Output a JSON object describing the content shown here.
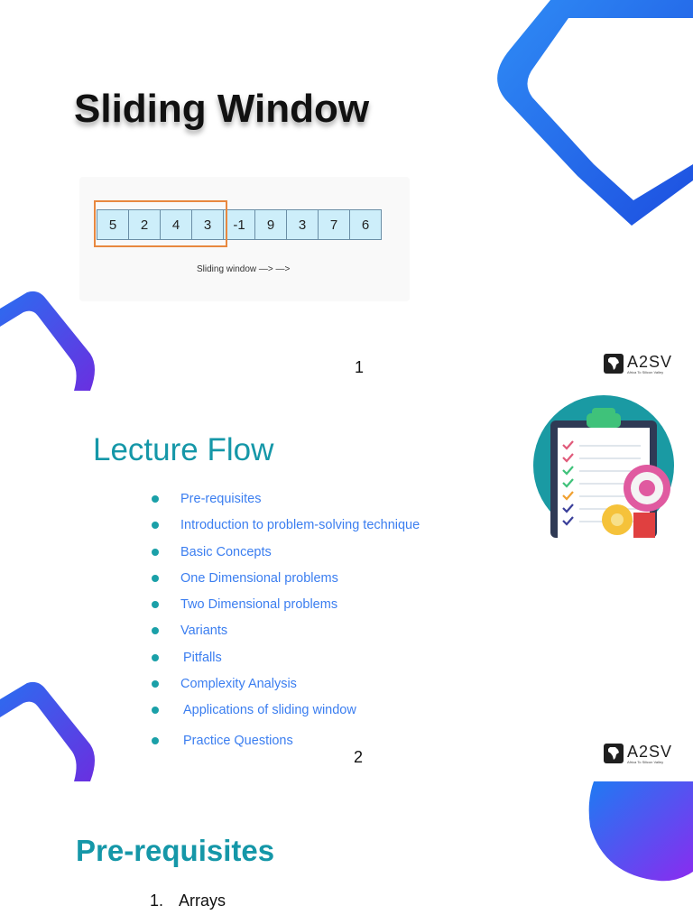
{
  "slides": [
    {
      "title": "Sliding Window",
      "array": [
        "5",
        "2",
        "4",
        "3",
        "-1",
        "9",
        "3",
        "7",
        "6"
      ],
      "window_size": 4,
      "caption": "Sliding window —> —>",
      "page_number": "1"
    },
    {
      "title": "Lecture Flow",
      "items": [
        "Pre-requisites",
        "Introduction to problem-solving technique",
        "Basic Concepts",
        "One Dimensional problems",
        "Two Dimensional problems",
        "Variants",
        "Pitfalls",
        "Complexity Analysis",
        "Applications of sliding window",
        "Practice Questions"
      ],
      "page_number": "2"
    },
    {
      "title": "Pre-requisites",
      "items": [
        {
          "number": "1.",
          "label": "Arrays"
        }
      ]
    }
  ],
  "logo": {
    "text": "A2SV",
    "tagline": "Africa To Silicon Valley"
  },
  "colors": {
    "accent_teal": "#1597a8",
    "link_blue": "#3b7ef0",
    "gradient_blue": "#1e6ff0",
    "gradient_purple": "#7a2ff0",
    "window_orange": "#e8883f",
    "cell_fill": "#cdeefa"
  },
  "icons": {
    "logo_mark": "africa-map-icon",
    "slide2_illustration": "checklist-clipboard-gears-icon"
  }
}
